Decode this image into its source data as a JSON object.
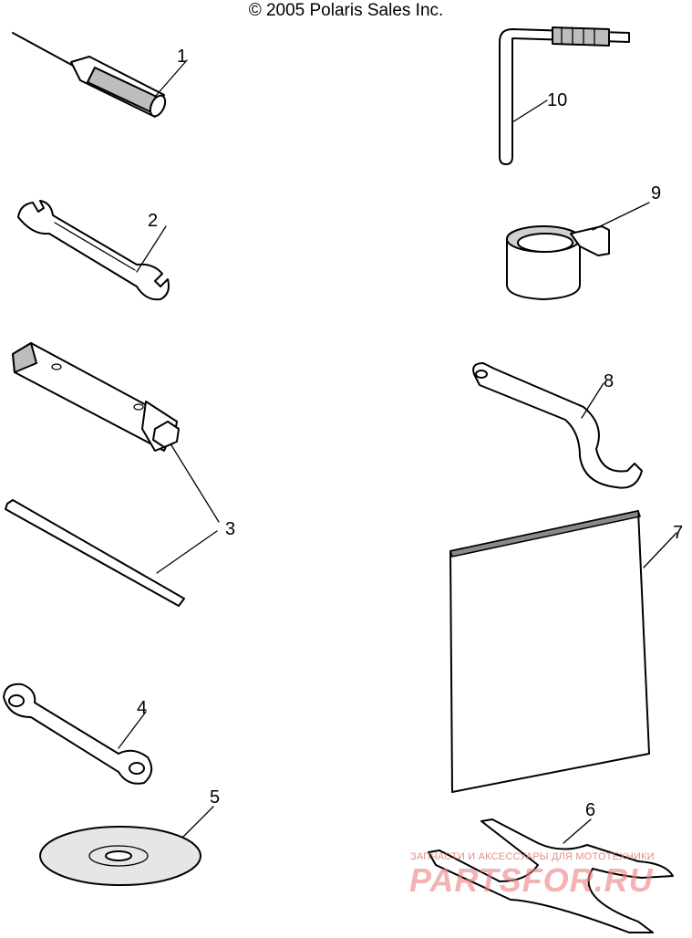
{
  "copyright": "© 2005 Polaris Sales Inc.",
  "callouts": [
    "1",
    "2",
    "3",
    "4",
    "5",
    "6",
    "7",
    "8",
    "9",
    "10"
  ],
  "watermark": {
    "tagline": "ЗАПЧАСТИ И АКСЕССУАРЫ ДЛЯ МОТОТЕХНИКИ",
    "logo": "PARTSFOR.RU",
    "color": "#e88080"
  }
}
